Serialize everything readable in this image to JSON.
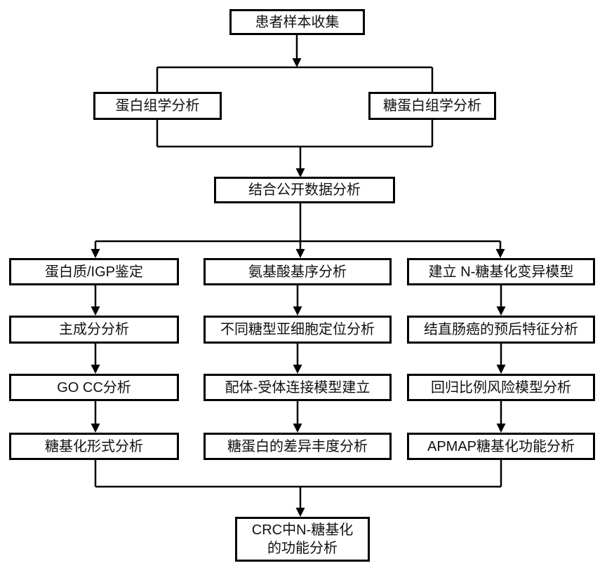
{
  "flow": {
    "top": {
      "label": "患者样本收集"
    },
    "branch2": {
      "left": "蛋白组学分析",
      "right": "糖蛋白组学分析"
    },
    "merge1": {
      "label": "结合公开数据分析"
    },
    "columns": [
      {
        "steps": [
          "蛋白质/IGP鉴定",
          "主成分分析",
          "GO CC分析",
          "糖基化形式分析"
        ]
      },
      {
        "steps": [
          "氨基酸基序分析",
          "不同糖型亚细胞定位分析",
          "配体-受体连接模型建立",
          "糖蛋白的差异丰度分析"
        ]
      },
      {
        "steps": [
          "建立 N-糖基化变异模型",
          "结直肠癌的预后特征分析",
          "回归比例风险模型分析",
          "APMAP糖基化功能分析"
        ]
      }
    ],
    "final": {
      "line1": "CRC中N-糖基化",
      "line2": "的功能分析"
    },
    "colors": {
      "line": "#000000",
      "box_border": "#000000",
      "box_bg": "#ffffff",
      "text": "#111111"
    }
  }
}
